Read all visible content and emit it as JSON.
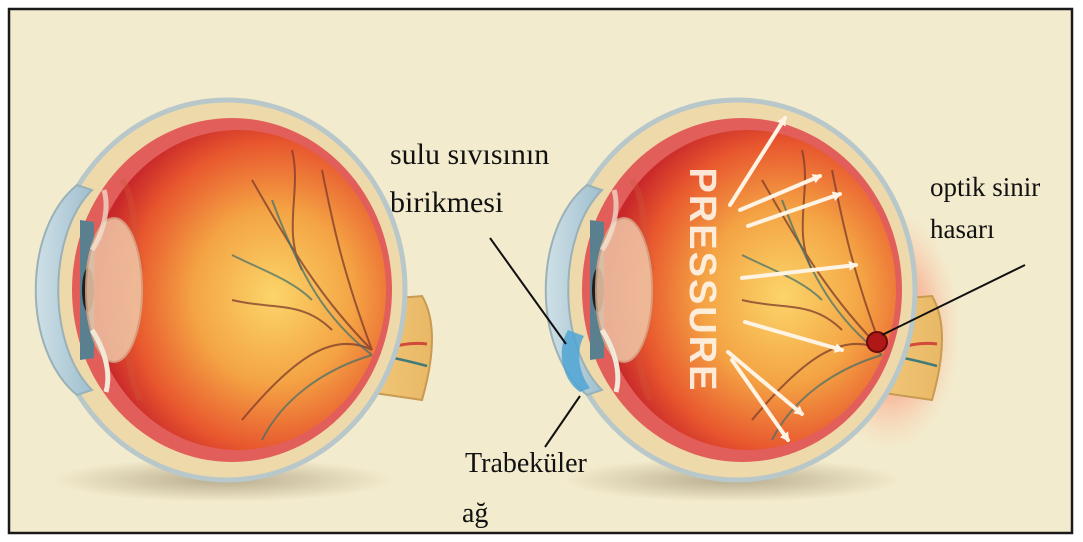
{
  "labels": {
    "aqueous_line1": "sulu sıvısının",
    "aqueous_line2": "birikmesi",
    "trabecular_line1": "Trabeküler",
    "trabecular_line2": "ağ",
    "optic_line1": "optik sinir",
    "optic_line2": "hasarı",
    "pressure": "PRESSURE"
  },
  "colors": {
    "background": "#f3ebcd",
    "border": "#1a1a1a",
    "sclera": "#e9d3a4",
    "choroid": "#d9545a",
    "retina_outer": "#e8392c",
    "retina_inner": "#f6b24a",
    "pressure_glow": "#ff6a50",
    "arrow": "#fff3e3"
  },
  "icons": [
    "eye-normal-icon",
    "eye-glaucoma-icon",
    "pressure-arrow-icon"
  ]
}
